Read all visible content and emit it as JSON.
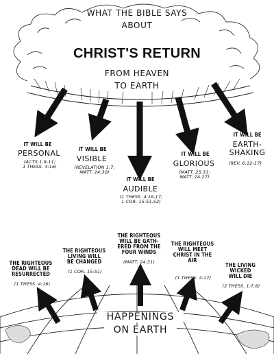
{
  "header": {
    "line1": "WHAT THE BIBLE SAYS",
    "line2": "ABOUT",
    "title": "CHRIST'S RETURN",
    "sub1": "FROM HEAVEN",
    "sub2": "TO EARTH"
  },
  "return_items": [
    {
      "pre": "IT WILL BE",
      "key": "PERSONAL",
      "ref": "(ACTS 1:9-11;\n1 THESS. 4:16)"
    },
    {
      "pre": "IT WILL BE",
      "key": "VISIBLE",
      "ref": "(REVELATION 1:7;\nMATT. 24:30)"
    },
    {
      "pre": "IT WILL BE",
      "key": "AUDIBLE",
      "ref": "(1 THESS. 4:16,17;\n1 COR. 15:51,52)"
    },
    {
      "pre": "IT WILL BE",
      "key": "GLORIOUS",
      "ref": "(MATT. 25:31;\nMATT. 24:27)"
    },
    {
      "pre": "IT WILL BE",
      "key": "EARTH-\nSHAKING",
      "ref": "(REV. 6:12-17)"
    }
  ],
  "happenings": [
    {
      "text": "THE RIGHTEOUS\nDEAD WILL BE\nRESURRECTED",
      "ref": "(1 THESS. 4:16)"
    },
    {
      "text": "THE RIGHTEOUS\nLIVING WILL\nBE CHANGED",
      "ref": "(1 COR. 15:51)"
    },
    {
      "text": "THE RIGHTEOUS\nWILL BE GATH-\nERED FROM THE\nFOUR WINDS",
      "ref": "(MATT. 24:31)"
    },
    {
      "text": "THE RIGHTEOUS\nWILL MEET\nCHRIST IN THE\nAIR",
      "ref": "(1 THESS. 4:17)"
    },
    {
      "text": "THE LIVING\nWICKED\nWILL DIE",
      "ref": "(2 THESS. 1:7,8)"
    }
  ],
  "earth": {
    "line1": "HAPPENINGS",
    "line2": "ON EARTH"
  }
}
